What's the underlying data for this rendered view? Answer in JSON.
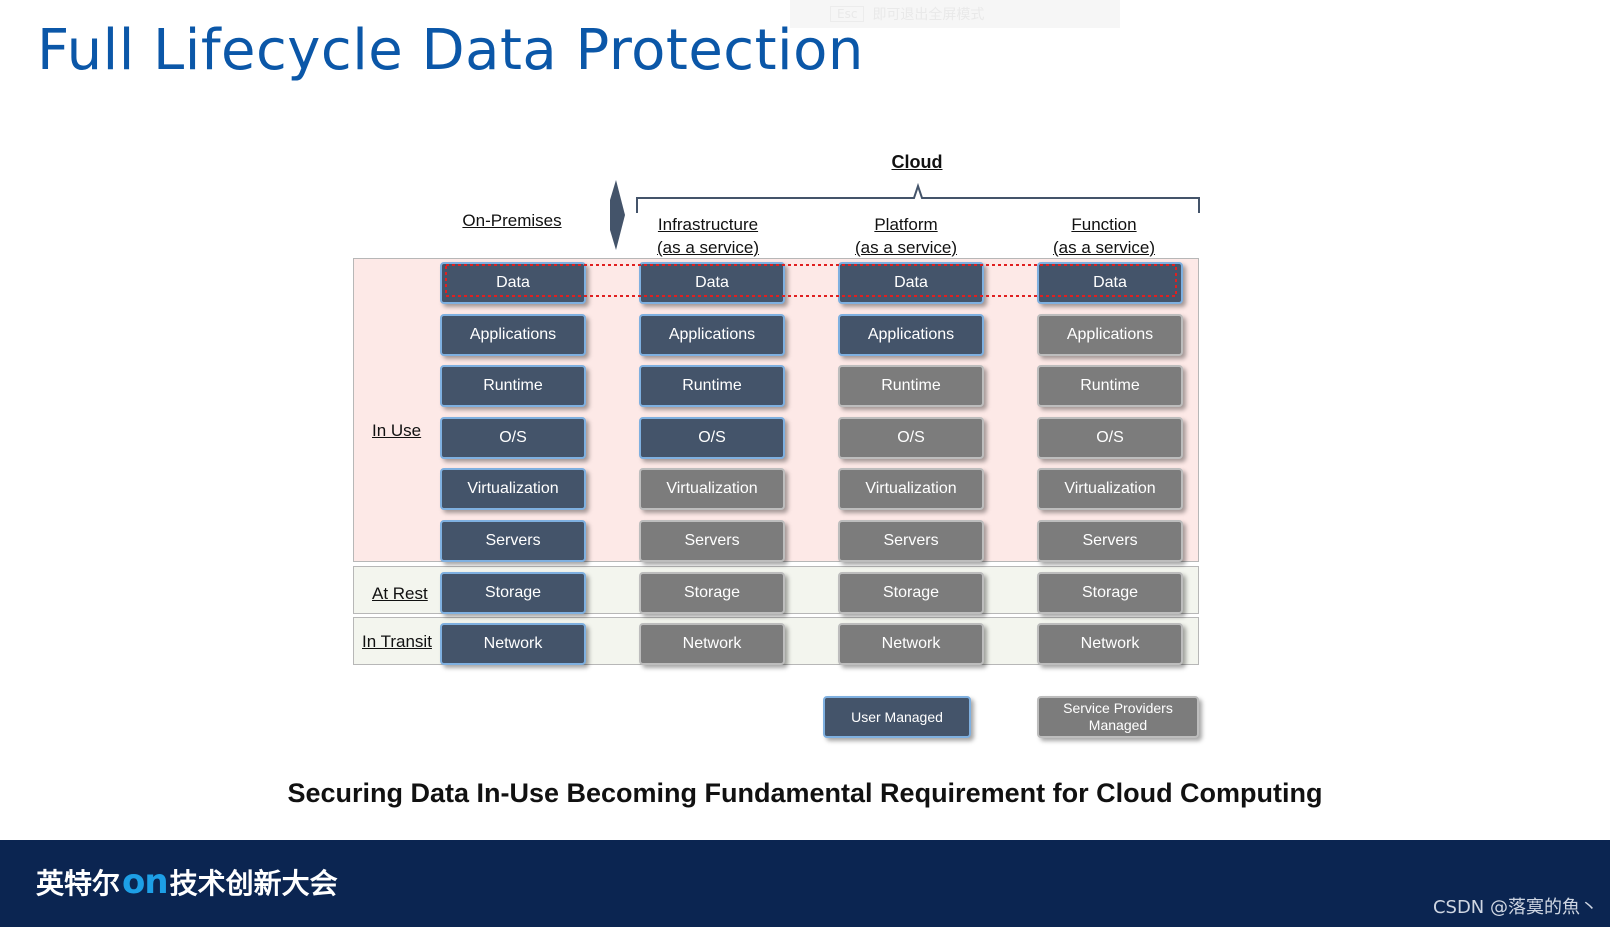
{
  "title": "Full Lifecycle Data Protection",
  "overlay_hint": {
    "key": "Esc",
    "text": "即可退出全屏模式"
  },
  "cloud_label": "Cloud",
  "columns": [
    {
      "id": "onprem",
      "header_line1": "On-Premises",
      "header_line2": ""
    },
    {
      "id": "iaas",
      "header_line1": "Infrastructure",
      "header_line2": "(as a service)"
    },
    {
      "id": "paas",
      "header_line1": "Platform",
      "header_line2": "(as a service)"
    },
    {
      "id": "faas",
      "header_line1": "Function",
      "header_line2": "(as a service)"
    }
  ],
  "row_labels": {
    "in_use": "In Use",
    "at_rest": "At Rest",
    "in_transit": "In Transit"
  },
  "layers": [
    "Data",
    "Applications",
    "Runtime",
    "O/S",
    "Virtualization",
    "Servers",
    "Storage",
    "Network"
  ],
  "management": {
    "onprem": [
      "user",
      "user",
      "user",
      "user",
      "user",
      "user",
      "user",
      "user"
    ],
    "iaas": [
      "user",
      "user",
      "user",
      "user",
      "provider",
      "provider",
      "provider",
      "provider"
    ],
    "paas": [
      "user",
      "user",
      "provider",
      "provider",
      "provider",
      "provider",
      "provider",
      "provider"
    ],
    "faas": [
      "user",
      "provider",
      "provider",
      "provider",
      "provider",
      "provider",
      "provider",
      "provider"
    ]
  },
  "legend": {
    "user": "User Managed",
    "provider_line1": "Service Providers",
    "provider_line2": "Managed"
  },
  "subtitle": "Securing Data In-Use Becoming Fundamental Requirement for Cloud Computing",
  "footer": {
    "brand_left": "英特尔",
    "brand_on": "on",
    "brand_right": "技术创新大会",
    "watermark": "CSDN @落寞的魚丶"
  },
  "colors": {
    "title": "#0b57a8",
    "user_fill": "#44546a",
    "user_border": "#7fb0e0",
    "provider_fill": "#7c7c7c",
    "in_use_bg": "#fde9e7",
    "footer_bg": "#0b2551",
    "highlight_dash": "#e02020"
  }
}
